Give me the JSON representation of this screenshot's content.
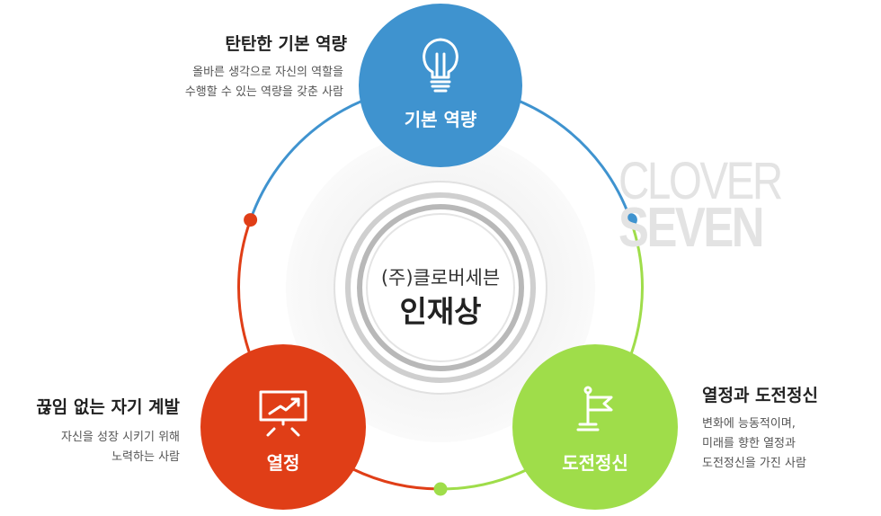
{
  "watermark": {
    "line1": "CLOVER",
    "line2": "SEVEN"
  },
  "center": {
    "subtitle": "(주)클로버세븐",
    "title": "인재상"
  },
  "nodes": {
    "basic": {
      "label": "기본 역량",
      "icon": "lightbulb-icon",
      "color": "#3f93cf",
      "title": "탄탄한 기본 역량",
      "desc": [
        "올바른 생각으로 자신의 역할을",
        "수행할 수 있는 역량을 갖춘 사람"
      ]
    },
    "passion": {
      "label": "열정",
      "icon": "presentation-chart-icon",
      "color": "#e03e17",
      "title": "끊임 없는 자기 계발",
      "desc": [
        "자신을 성장 시키기 위해",
        "노력하는 사람"
      ]
    },
    "challenge": {
      "label": "도전정신",
      "icon": "flag-icon",
      "color": "#9fdd4a",
      "title": "열정과 도전정신",
      "desc": [
        "변화에 능동적이며,",
        "미래를 향한 열정과",
        "도전정신을 가진 사람"
      ]
    }
  }
}
